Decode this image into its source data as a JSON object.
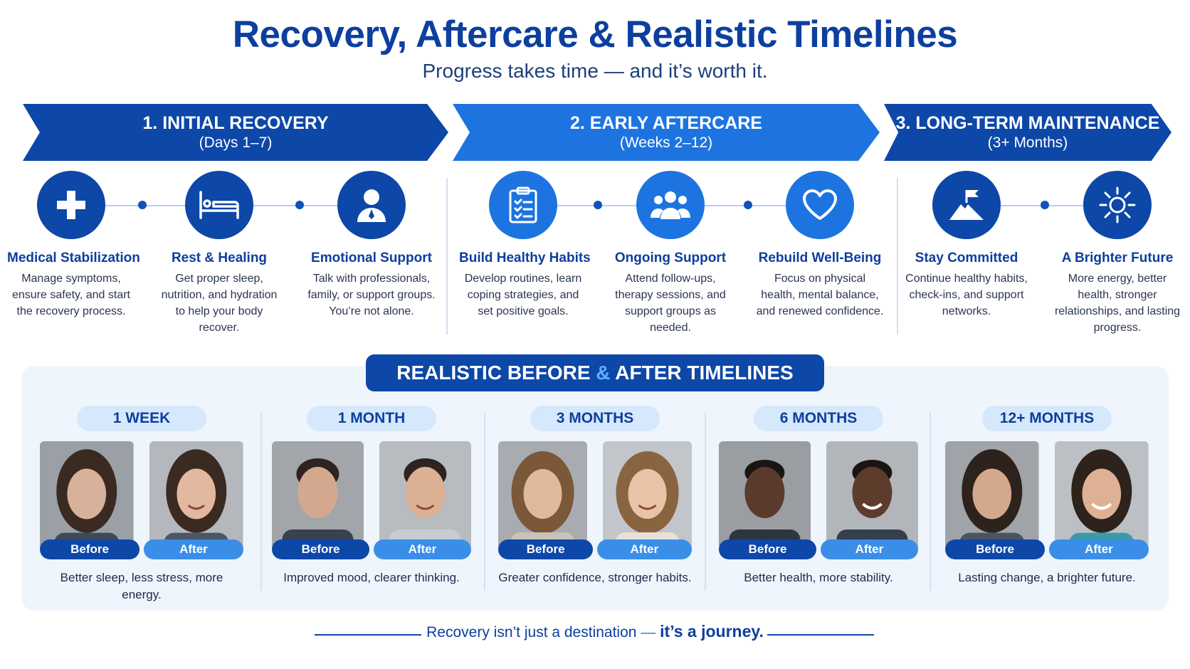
{
  "header": {
    "title": "Recovery, Aftercare & Realistic Timelines",
    "subtitle": "Progress takes time — and it’s worth it."
  },
  "phases": [
    {
      "title": "1. INITIAL RECOVERY",
      "subtitle": "(Days 1–7)"
    },
    {
      "title": "2. EARLY AFTERCARE",
      "subtitle": "(Weeks 2–12)"
    },
    {
      "title": "3. LONG-TERM MAINTENANCE",
      "subtitle": "(3+ Months)"
    }
  ],
  "steps": [
    {
      "icon": "medical-cross-icon",
      "title": "Medical Stabilization",
      "desc": "Manage symptoms, ensure safety, and start the recovery process."
    },
    {
      "icon": "bed-icon",
      "title": "Rest & Healing",
      "desc": "Get proper sleep, nutrition, and hydration to help your body recover."
    },
    {
      "icon": "person-icon",
      "title": "Emotional Support",
      "desc": "Talk with professionals, family, or support groups. You’re not alone."
    },
    {
      "icon": "clipboard-checklist-icon",
      "title": "Build Healthy Habits",
      "desc": "Develop routines, learn coping strategies, and set positive goals."
    },
    {
      "icon": "group-icon",
      "title": "Ongoing Support",
      "desc": "Attend follow-ups, therapy sessions, and support groups as needed."
    },
    {
      "icon": "heart-icon",
      "title": "Rebuild Well-Being",
      "desc": "Focus on physical health, mental balance, and renewed confidence."
    },
    {
      "icon": "mountain-flag-icon",
      "title": "Stay Committed",
      "desc": "Continue healthy habits, check-ins, and support networks."
    },
    {
      "icon": "sun-icon",
      "title": "A Brighter Future",
      "desc": "More energy, better health, stronger relationships, and lasting progress."
    }
  ],
  "timeline": {
    "banner_before": "REALISTIC BEFORE",
    "banner_amp": "&",
    "banner_after": "AFTER TIMELINES",
    "before_label": "Before",
    "after_label": "After",
    "items": [
      {
        "label": "1 WEEK",
        "desc": "Better sleep, less stress, more energy."
      },
      {
        "label": "1 MONTH",
        "desc": "Improved mood, clearer thinking."
      },
      {
        "label": "3 MONTHS",
        "desc": "Greater confidence, stronger habits."
      },
      {
        "label": "6 MONTHS",
        "desc": "Better health, more stability."
      },
      {
        "label": "12+ MONTHS",
        "desc": "Lasting change, a brighter future."
      }
    ]
  },
  "footer": {
    "text1": "Recovery isn’t just a destination",
    "dash": "—",
    "text2": "it’s a journey."
  },
  "colors": {
    "primary": "#0d47a8",
    "accent": "#1d74e0",
    "light": "#d6e8fb"
  }
}
